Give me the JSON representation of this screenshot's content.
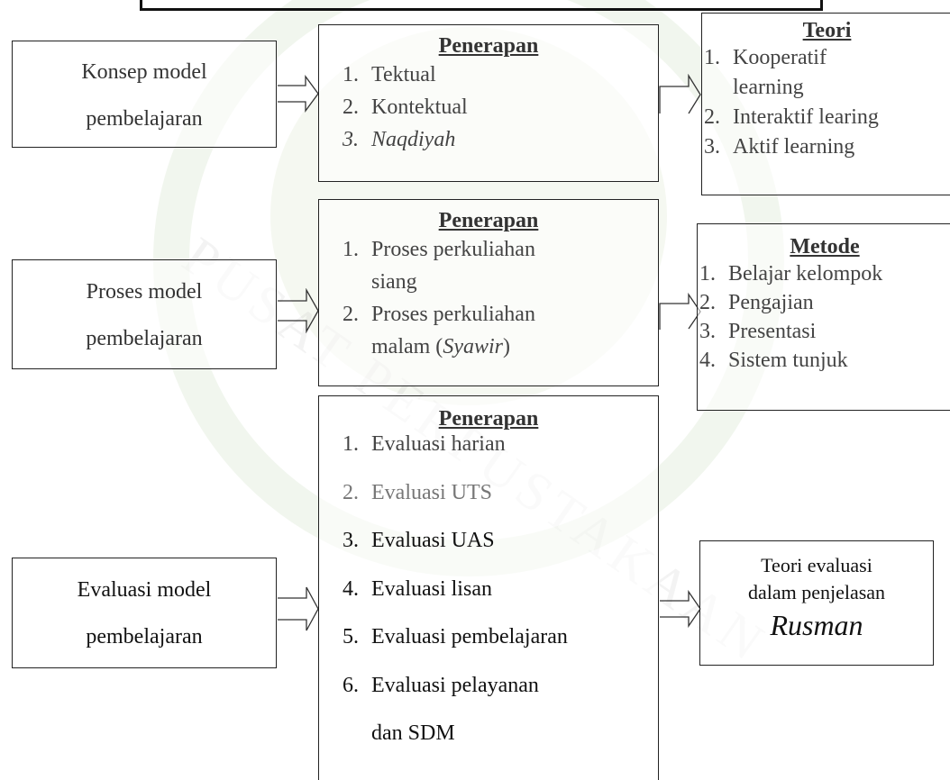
{
  "rows": [
    {
      "left_label": [
        "Konsep model",
        "pembelajaran"
      ],
      "middle": {
        "heading": "Penerapan",
        "items": [
          {
            "n": "1.",
            "text": "Tektual"
          },
          {
            "n": "2.",
            "text": "Kontektual"
          },
          {
            "n": "3.",
            "text": "Naqdiyah"
          }
        ]
      },
      "right": {
        "heading": "Teori",
        "items": [
          {
            "n": "1.",
            "text": "Kooperatif"
          },
          {
            "n": "",
            "text": "learning"
          },
          {
            "n": "2.",
            "text": "Interaktif learing"
          },
          {
            "n": "3.",
            "text": "Aktif learning"
          }
        ]
      }
    },
    {
      "left_label": [
        "Proses model",
        "pembelajaran"
      ],
      "middle": {
        "heading": "Penerapan",
        "items": [
          {
            "n": "1.",
            "text": "Proses perkuliahan"
          },
          {
            "n": "",
            "text": "siang"
          },
          {
            "n": "2.",
            "text": "Proses perkuliahan"
          },
          {
            "n": "",
            "text": "malam (Syawir)"
          }
        ]
      },
      "right": {
        "heading": "Metode",
        "items": [
          {
            "n": "1.",
            "text": "Belajar kelompok"
          },
          {
            "n": "2.",
            "text": "Pengajian"
          },
          {
            "n": "3.",
            "text": "Presentasi"
          },
          {
            "n": "4.",
            "text": "Sistem tunjuk"
          }
        ]
      }
    },
    {
      "left_label": [
        "Evaluasi model",
        "pembelajaran"
      ],
      "middle": {
        "heading": "Penerapan",
        "items": [
          {
            "n": "1.",
            "text": "Evaluasi harian"
          },
          {
            "n": "2.",
            "text": "Evaluasi UTS"
          },
          {
            "n": "3.",
            "text": "Evaluasi UAS"
          },
          {
            "n": "4.",
            "text": "Evaluasi lisan"
          },
          {
            "n": "5.",
            "text": "Evaluasi pembelajaran"
          },
          {
            "n": "6.",
            "text": "Evaluasi pelayanan"
          },
          {
            "n": "",
            "text": "dan SDM"
          }
        ]
      },
      "right": {
        "lines": [
          "Teori evaluasi",
          "dalam penjelasan",
          "Rusman"
        ]
      }
    }
  ]
}
